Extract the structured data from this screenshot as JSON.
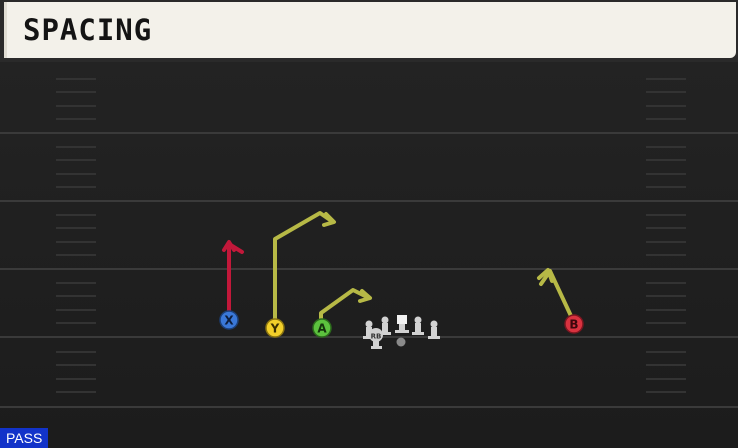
{
  "play": {
    "name": "SPACING",
    "type_label": "PASS"
  },
  "players": {
    "x": "X",
    "y": "Y",
    "a": "A",
    "b": "B",
    "rb": "RB"
  },
  "colors": {
    "x_button": "#3a78d8",
    "y_button": "#f2cf2a",
    "a_button": "#5cc23e",
    "b_button": "#d9323f",
    "route_red": "#c2183a",
    "route_yellow": "#b7b946",
    "field": "#1f1f1f",
    "pass_badge": "#1233c9"
  }
}
